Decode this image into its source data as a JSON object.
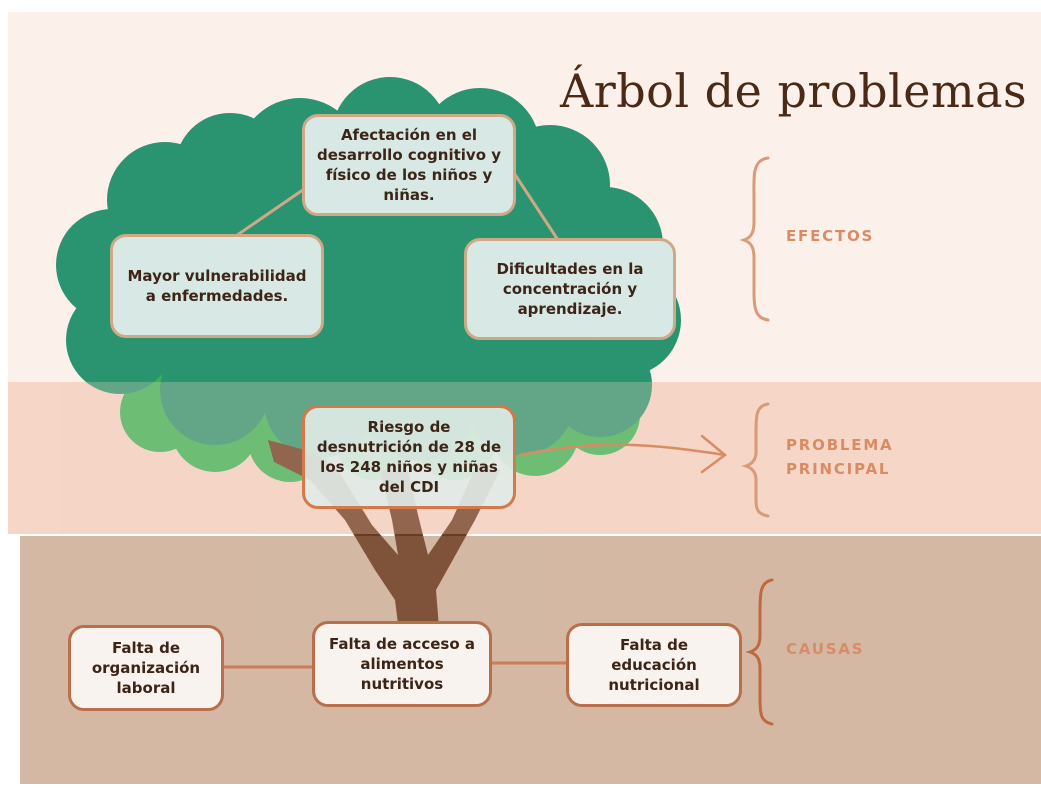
{
  "colors": {
    "band_effects": "#fcf1ea",
    "band_problem": "#f5d6c7",
    "band_causes": "#d4b8a4",
    "canopy_dark": "#2a9470",
    "canopy_light": "#3ab356",
    "trunk": "#6b3a20",
    "label_color": "#d98c64",
    "connector": "#c97d58"
  },
  "title": "Árbol de problemas",
  "sections": {
    "effects_label": "EFECTOS",
    "problem_label": "PROBLEMA PRINCIPAL",
    "causes_label": "CAUSAS"
  },
  "effects": {
    "top": "Afectación en el desarrollo cognitivo y físico de los niños y niñas.",
    "left": "Mayor vulnerabilidad a enfermedades.",
    "right": "Dificultades en la concentración y aprendizaje."
  },
  "problem": "Riesgo de desnutrición de 28 de los 248 niños y niñas del CDI",
  "causes": {
    "left": "Falta de organización laboral",
    "center": "Falta de acceso a alimentos nutritivos",
    "right": "Falta de educación nutricional"
  }
}
